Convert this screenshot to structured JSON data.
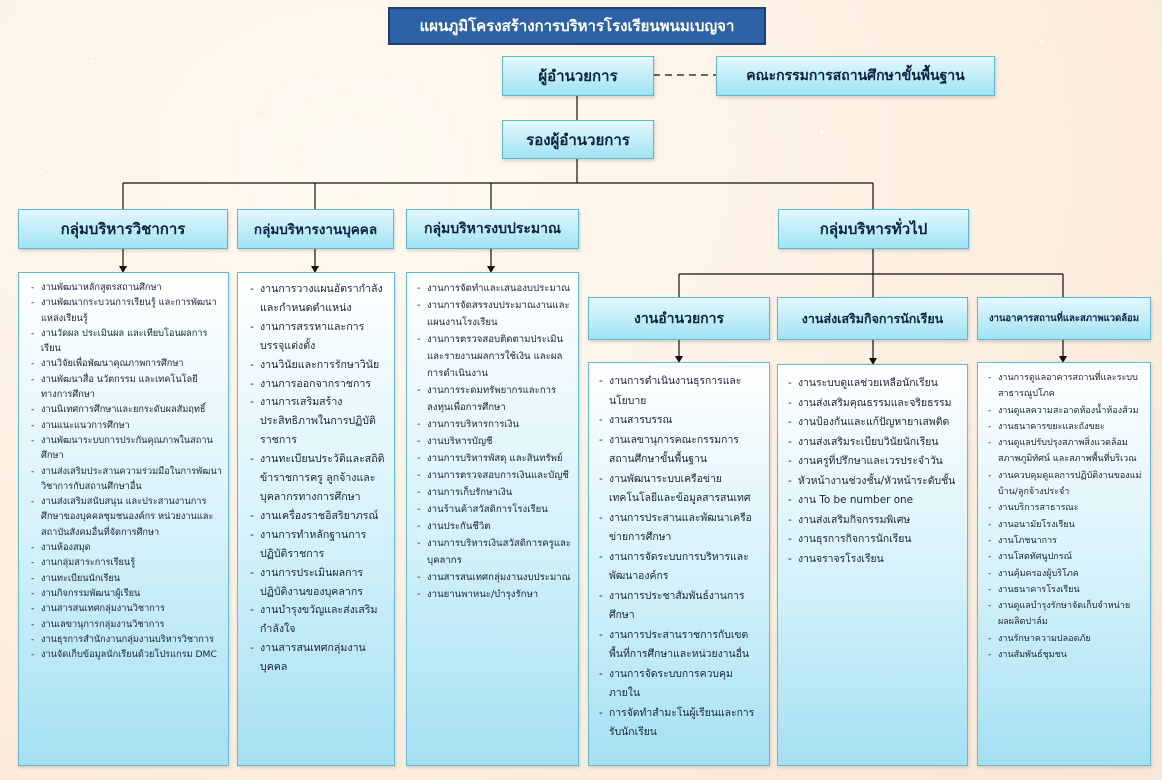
{
  "title": "แผนภูมิโครงสร้างการบริหารโรงเรียนพนมเบญจา",
  "director": "ผู้อำนวยการ",
  "board": "คณะกรรมการสถานศึกษาขั้นพื้นฐาน",
  "deputy": "รองผู้อำนวยการ",
  "groups": {
    "academic": {
      "label": "กลุ่มบริหารวิชาการ",
      "items": [
        "งานพัฒนาหลักสูตรสถานศึกษา",
        "งานพัฒนากระบวนการเรียนรู้ และการพัฒนาแหล่งเรียนรู้",
        "งานวัดผล ประเมินผล และเทียบโอนผลการเรียน",
        "งานวิจัยเพื่อพัฒนาคุณภาพการศึกษา",
        "งานพัฒนาสื่อ นวัตกรรม และเทคโนโลยีทางการศึกษา",
        "งานนิเทศการศึกษาและยกระดับผลสัมฤทธิ์",
        "งานแนะแนวการศึกษา",
        "งานพัฒนาระบบการประกันคุณภาพในสถานศึกษา",
        "งานส่งเสริมประสานความร่วมมือในการพัฒนาวิชาการกับสถานศึกษาอื่น",
        "งานส่งเสริมสนับสนุน และประสานงานการศึกษาของบุคคลชุมชนองค์กร หน่วยงานและสถาบันสังคมอื่นที่จัดการศึกษา",
        "งานห้องสมุด",
        "งานกลุ่มสาระการเรียนรู้",
        "งานทะเบียนนักเรียน",
        "งานกิจกรรมพัฒนาผู้เรียน",
        "งานสารสนเทศกลุ่มงานวิชาการ",
        "งานเลขานุการกลุ่มงานวิชาการ",
        "งานธุรการสำนักงานกลุ่มงานบริหารวิชาการ",
        "งานจัดเก็บข้อมูลนักเรียนด้วยโปรแกรม DMC"
      ]
    },
    "personnel": {
      "label": "กลุ่มบริหารงานบุคคล",
      "items": [
        "งานการวางแผนอัตรากำลังและกำหนดตำแหน่ง",
        "งานการสรรหาและการบรรจุแต่งตั้ง",
        "งานวินัยและการรักษาวินัย",
        "งานการออกจากราชการ",
        "งานการเสริมสร้างประสิทธิภาพในการปฏิบัติราชการ",
        "งานทะเบียนประวัติและสถิติข้าราชการครู ลูกจ้างและบุคลากรทางการศึกษา",
        "งานเครื่องราชอิสริยาภรณ์",
        "งานการทำหลักฐานการปฏิบัติราชการ",
        "งานการประเมินผลการปฏิบัติงานของบุคลากร",
        "งานบำรุงขวัญและส่งเสริมกำลังใจ",
        "งานสารสนเทศกลุ่มงานบุคคล"
      ]
    },
    "budget": {
      "label": "กลุ่มบริหารงบประมาณ",
      "items": [
        "งานการจัดทำและเสนองบประมาณ",
        "งานการจัดสรรงบประมาณงานและแผนงานโรงเรียน",
        "งานการตรวจสอบติดตามประเมินและรายงานผลการใช้เงิน และผลการดำเนินงาน",
        "งานการระดมทรัพยากรและการลงทุนเพื่อการศึกษา",
        "งานการบริหารการเงิน",
        "งานบริหารบัญชี",
        "งานการบริหารพัสดุ และสินทรัพย์",
        "งานการตรวจสอบการเงินและบัญชี",
        "งานการเก็บรักษาเงิน",
        "งานร้านค้าสวัสดิการโรงเรียน",
        "งานประกันชีวิต",
        "งานการบริหารเงินสวัสดิการครูและบุคลากร",
        "งานสารสนเทศกลุ่มงานงบประมาณ",
        "งานยานพาหนะ/บำรุงรักษา"
      ]
    },
    "general": {
      "label": "กลุ่มบริหารทั่วไป",
      "subgroups": {
        "admin": {
          "label": "งานอำนวยการ",
          "items": [
            "งานการดำเนินงานธุรการและนโยบาย",
            "งานสารบรรณ",
            "งานเลขานุการคณะกรรมการสถานศึกษาขั้นพื้นฐาน",
            "งานพัฒนาระบบเครือข่ายเทคโนโลยีและข้อมูลสารสนเทศ",
            "งานการประสานและพัฒนาเครือข่ายการศึกษา",
            "งานการจัดระบบการบริหารและพัฒนาองค์กร",
            "งานการประชาสัมพันธ์งานการศึกษา",
            "งานการประสานราชการกับเขตพื้นที่การศึกษาและหน่วยงานอื่น",
            "งานการจัดระบบการควบคุมภายใน",
            "การจัดทำสำมะโนผู้เรียนและการรับนักเรียน"
          ]
        },
        "student": {
          "label": "งานส่งเสริมกิจการนักเรียน",
          "items": [
            "งานระบบดูแลช่วยเหลือนักเรียน",
            "งานส่งเสริมคุณธรรมและจริยธรรม",
            "งานป้องกันและแก้ปัญหายาเสพติด",
            "งานส่งเสริมระเบียบวินัยนักเรียน",
            "งานครูที่ปรึกษาและเวรประจำวัน",
            "หัวหน้างานช่วงชั้น/หัวหน้าระดับชั้น",
            "งาน To be number one",
            "งานส่งเสริมกิจกรรมพิเศษ",
            "งานธุรการกิจการนักเรียน",
            "งานจราจรโรงเรียน"
          ]
        },
        "facility": {
          "label": "งานอาคารสถานที่และสภาพแวดล้อม",
          "items": [
            "งานการดูแลอาคารสถานที่และระบบสาธารณูปโภค",
            "งานดูแลความสะอาดห้องน้ำห้องส้วม",
            "งานธนาคารขยะและถังขยะ",
            "งานดูแลปรับปรุงสภาพสิ่งแวดล้อม สภาพภูมิทัศน์ และสภาพพื้นที่บริเวณ",
            "งานควบคุมดูแลการปฏิบัติงานของแม่บ้าน/ลูกจ้างประจำ",
            "งานบริการสาธารณะ",
            "งานอนามัยโรงเรียน",
            "งานโภชนาการ",
            "งานโสตทัศนูปกรณ์",
            "งานคุ้มครองผู้บริโภค",
            "งานธนาคารโรงเรียน",
            "งานดูแลบำรุงรักษาจัดเก็บจำหน่ายผลผลิตปาล์ม",
            "งานรักษาความปลอดภัย",
            "งานสัมพันธ์ชุมชน"
          ]
        }
      }
    }
  }
}
